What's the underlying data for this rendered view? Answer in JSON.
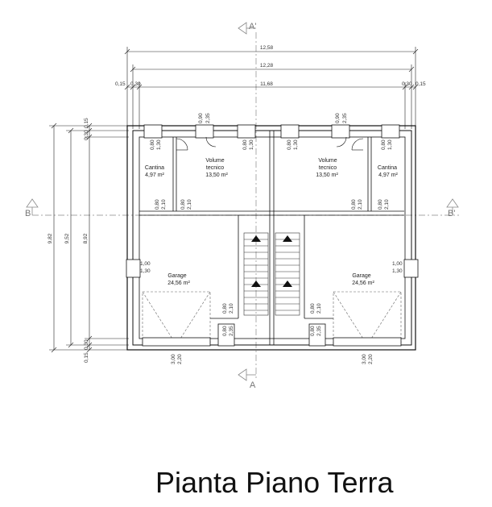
{
  "title": "Pianta Piano Terra",
  "dimensions": {
    "top_overall": "12,58",
    "top_second": "12,28",
    "top_inner": "11,68",
    "top_left_a": "0,15",
    "top_left_b": "0,30",
    "top_right_a": "0,30",
    "top_right_b": "0,15",
    "left_outer": "9,82",
    "left_second": "9,52",
    "left_inner": "8,92",
    "left_top_a": "0,30",
    "left_top_b": "0,15",
    "left_bottom_a": "0,15",
    "left_bottom_b": "0,30"
  },
  "rooms": {
    "cantina_left_name": "Cantina",
    "cantina_left_area": "4,97 m²",
    "volume_left_name1": "Volume",
    "volume_left_name2": "tecnico",
    "volume_left_area": "13,50 m²",
    "volume_right_name1": "Volume",
    "volume_right_name2": "tecnico",
    "volume_right_area": "13,50 m²",
    "cantina_right_name": "Cantina",
    "cantina_right_area": "4,97 m²",
    "garage_left_name": "Garage",
    "garage_left_area": "24,56 m²",
    "garage_right_name": "Garage",
    "garage_right_area": "24,56 m²"
  },
  "openings": {
    "w090": "0,90",
    "w235": "2,35",
    "w080": "0,80",
    "w130": "1,30",
    "w210": "2,10",
    "w100": "1,00",
    "w300": "3,00",
    "w220": "2,20"
  },
  "sections": {
    "a_top": "A'",
    "a_bottom": "A",
    "b_left": "B",
    "b_right": "B'"
  }
}
